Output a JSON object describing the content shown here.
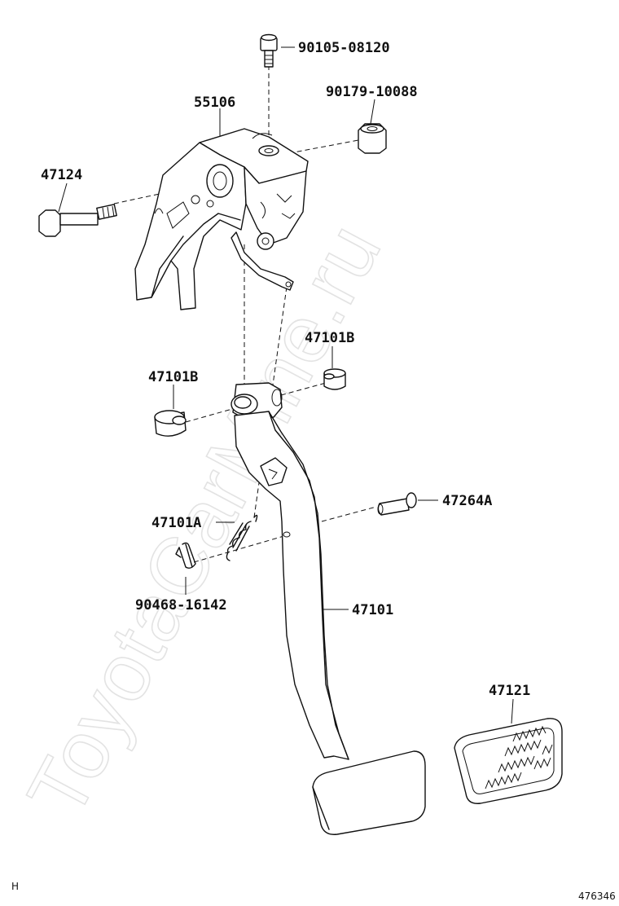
{
  "watermark": "ToyotaCarMine.ru",
  "corner_left": "H",
  "corner_right": "476346",
  "labels": {
    "bolt_top": "90105-08120",
    "nut_top": "90179-10088",
    "bracket": "55106",
    "bolt_left": "47124",
    "bushing_right": "47101B",
    "bushing_left": "47101B",
    "pin": "47264A",
    "spring": "47101A",
    "clip": "90468-16142",
    "pedal_arm": "47101",
    "pedal_pad": "47121"
  }
}
